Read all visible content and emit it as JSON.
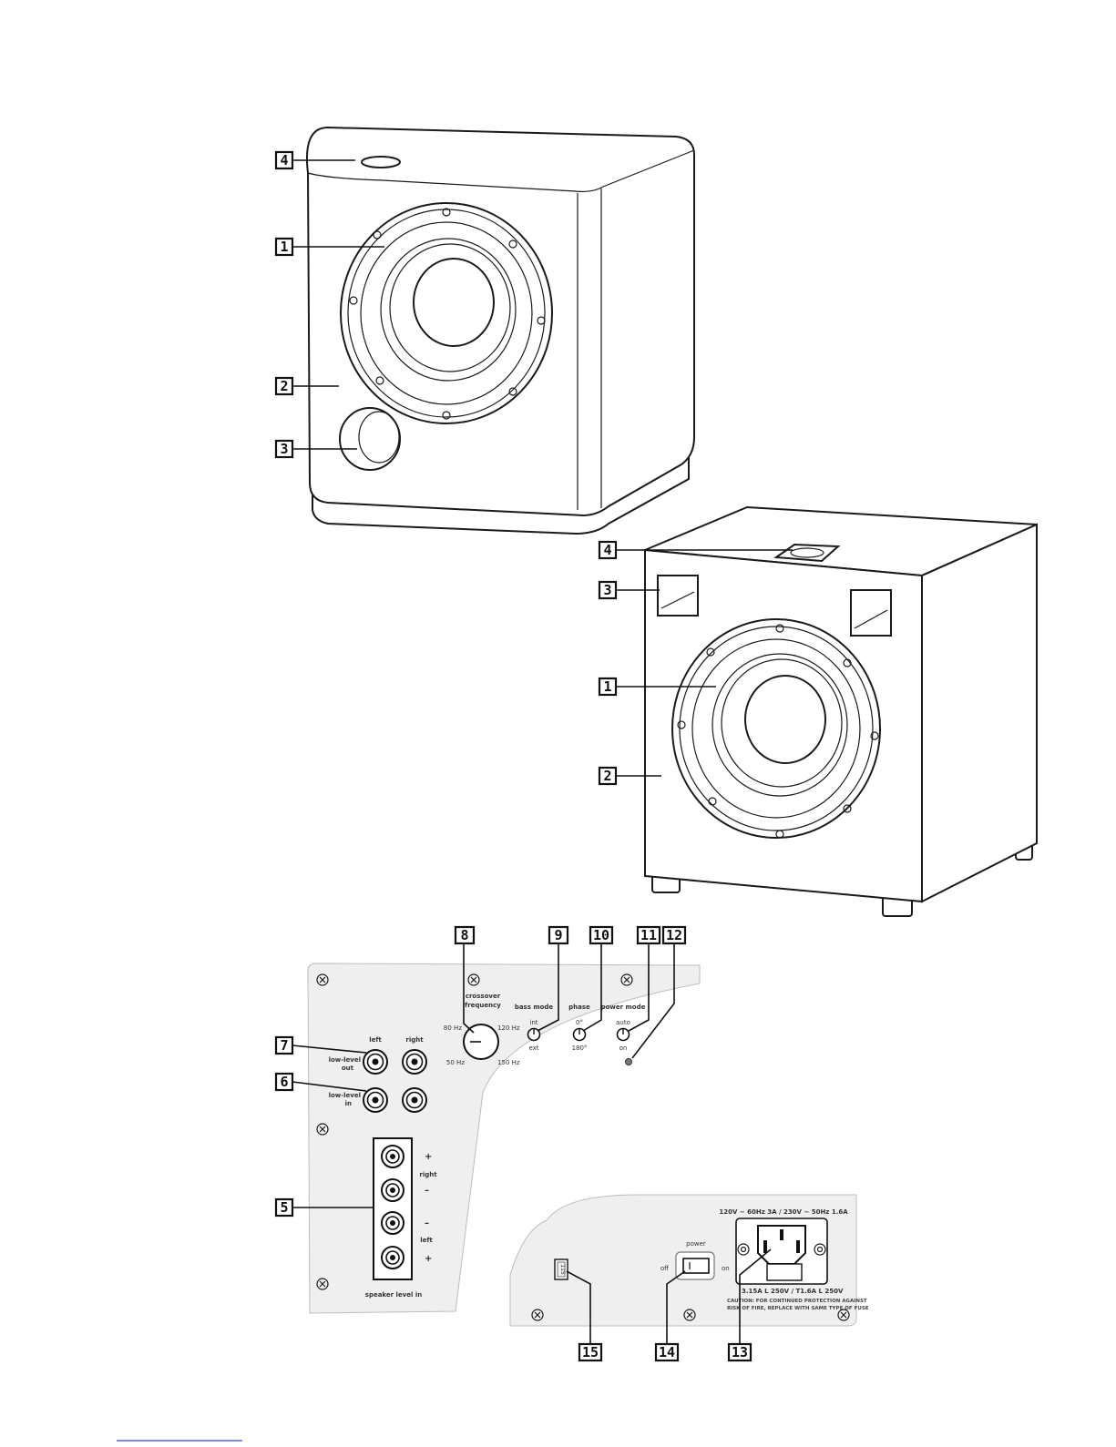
{
  "colors": {
    "ink": "#1a1a1a",
    "panel": "#efefef",
    "footer_link": "#3344cc"
  },
  "callouts": {
    "c1": "1",
    "c2": "2",
    "c3": "3",
    "c4": "4",
    "c5": "5",
    "c6": "6",
    "c7": "7",
    "c8": "8",
    "c9": "9",
    "c10": "10",
    "c11": "11",
    "c12": "12",
    "c13": "13",
    "c14": "14",
    "c15": "15"
  },
  "panel_left": {
    "crossover_line1": "crossover",
    "crossover_line2": "frequency",
    "freq_80": "80 Hz",
    "freq_120": "120 Hz",
    "freq_50": "50 Hz",
    "freq_150": "150 Hz",
    "bass_mode": "bass mode",
    "bass_int": "int",
    "bass_ext": "ext",
    "phase": "phase",
    "phase_0": "0°",
    "phase_180": "180°",
    "power_mode": "power mode",
    "power_auto": "auto",
    "power_on": "on",
    "left": "left",
    "right": "right",
    "low_level_out_1": "low-level",
    "low_level_out_2": "out",
    "low_level_in_1": "low-level",
    "low_level_in_2": "in",
    "plus": "+",
    "minus": "–",
    "sp_right": "right",
    "sp_left": "left",
    "speaker_level_in": "speaker level in"
  },
  "panel_right": {
    "voltage_rating": "120V ~ 60Hz 3A / 230V ~ 50Hz 1.6A",
    "power": "power",
    "off": "off",
    "on": "on",
    "voltage_selector": "115",
    "fuse_rating": "3.15A L 250V / T1.6A L 250V",
    "caution_1": "CAUTION: FOR CONTINUED PROTECTION AGAINST",
    "caution_2": "RISK OF FIRE, REPLACE WITH SAME TYPE OF FUSE"
  }
}
